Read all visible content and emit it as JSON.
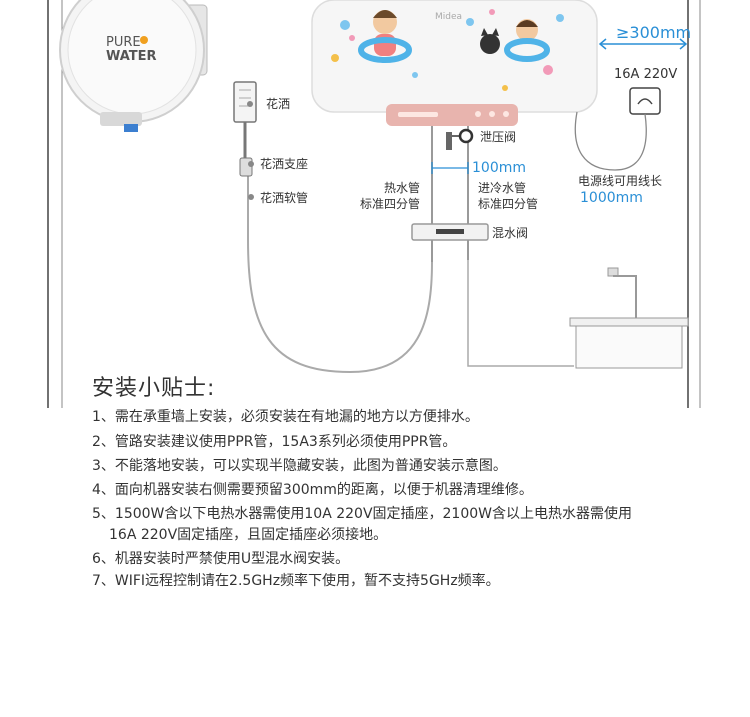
{
  "diagram": {
    "purifier_brand_top": "PURE",
    "purifier_brand_bottom": "WATER",
    "heater_brand": "Midea",
    "clearance_label": "≥300mm",
    "outlet_rating": "16A 220V",
    "shower_head_label": "花洒",
    "shower_holder_label": "花洒支座",
    "shower_hose_label": "花洒软管",
    "relief_valve_label": "泄压阀",
    "pipe_spacing_label": "100mm",
    "hot_pipe_line1": "热水管",
    "hot_pipe_line2": "标准四分管",
    "cold_pipe_line1": "进冷水管",
    "cold_pipe_line2": "标准四分管",
    "mixing_valve_label": "混水阀",
    "cable_label": "电源线可用线长",
    "cable_length": "1000mm"
  },
  "tips": {
    "title": "安装小贴士:",
    "items": [
      "1、需在承重墙上安装，必须安装在有地漏的地方以方便排水。",
      "2、管路安装建议使用PPR管，15A3系列必须使用PPR管。",
      "3、不能落地安装，可以实现半隐藏安装，此图为普通安装示意图。",
      "4、面向机器安装右侧需要预留300mm的距离，以便于机器清理维修。",
      "5、1500W含以下电热水器需使用10A 220V固定插座，2100W含以上电热水器需使用",
      "16A 220V固定插座，且固定插座必须接地。",
      "6、机器安装时严禁使用U型混水阀安装。",
      "7、WIFI远程控制请在2.5GHz频率下使用，暂不支持5GHz频率。"
    ]
  },
  "colors": {
    "accent_blue": "#2a8fd6",
    "heater_panel": "#e8b4ae",
    "wall_line": "#444444"
  }
}
